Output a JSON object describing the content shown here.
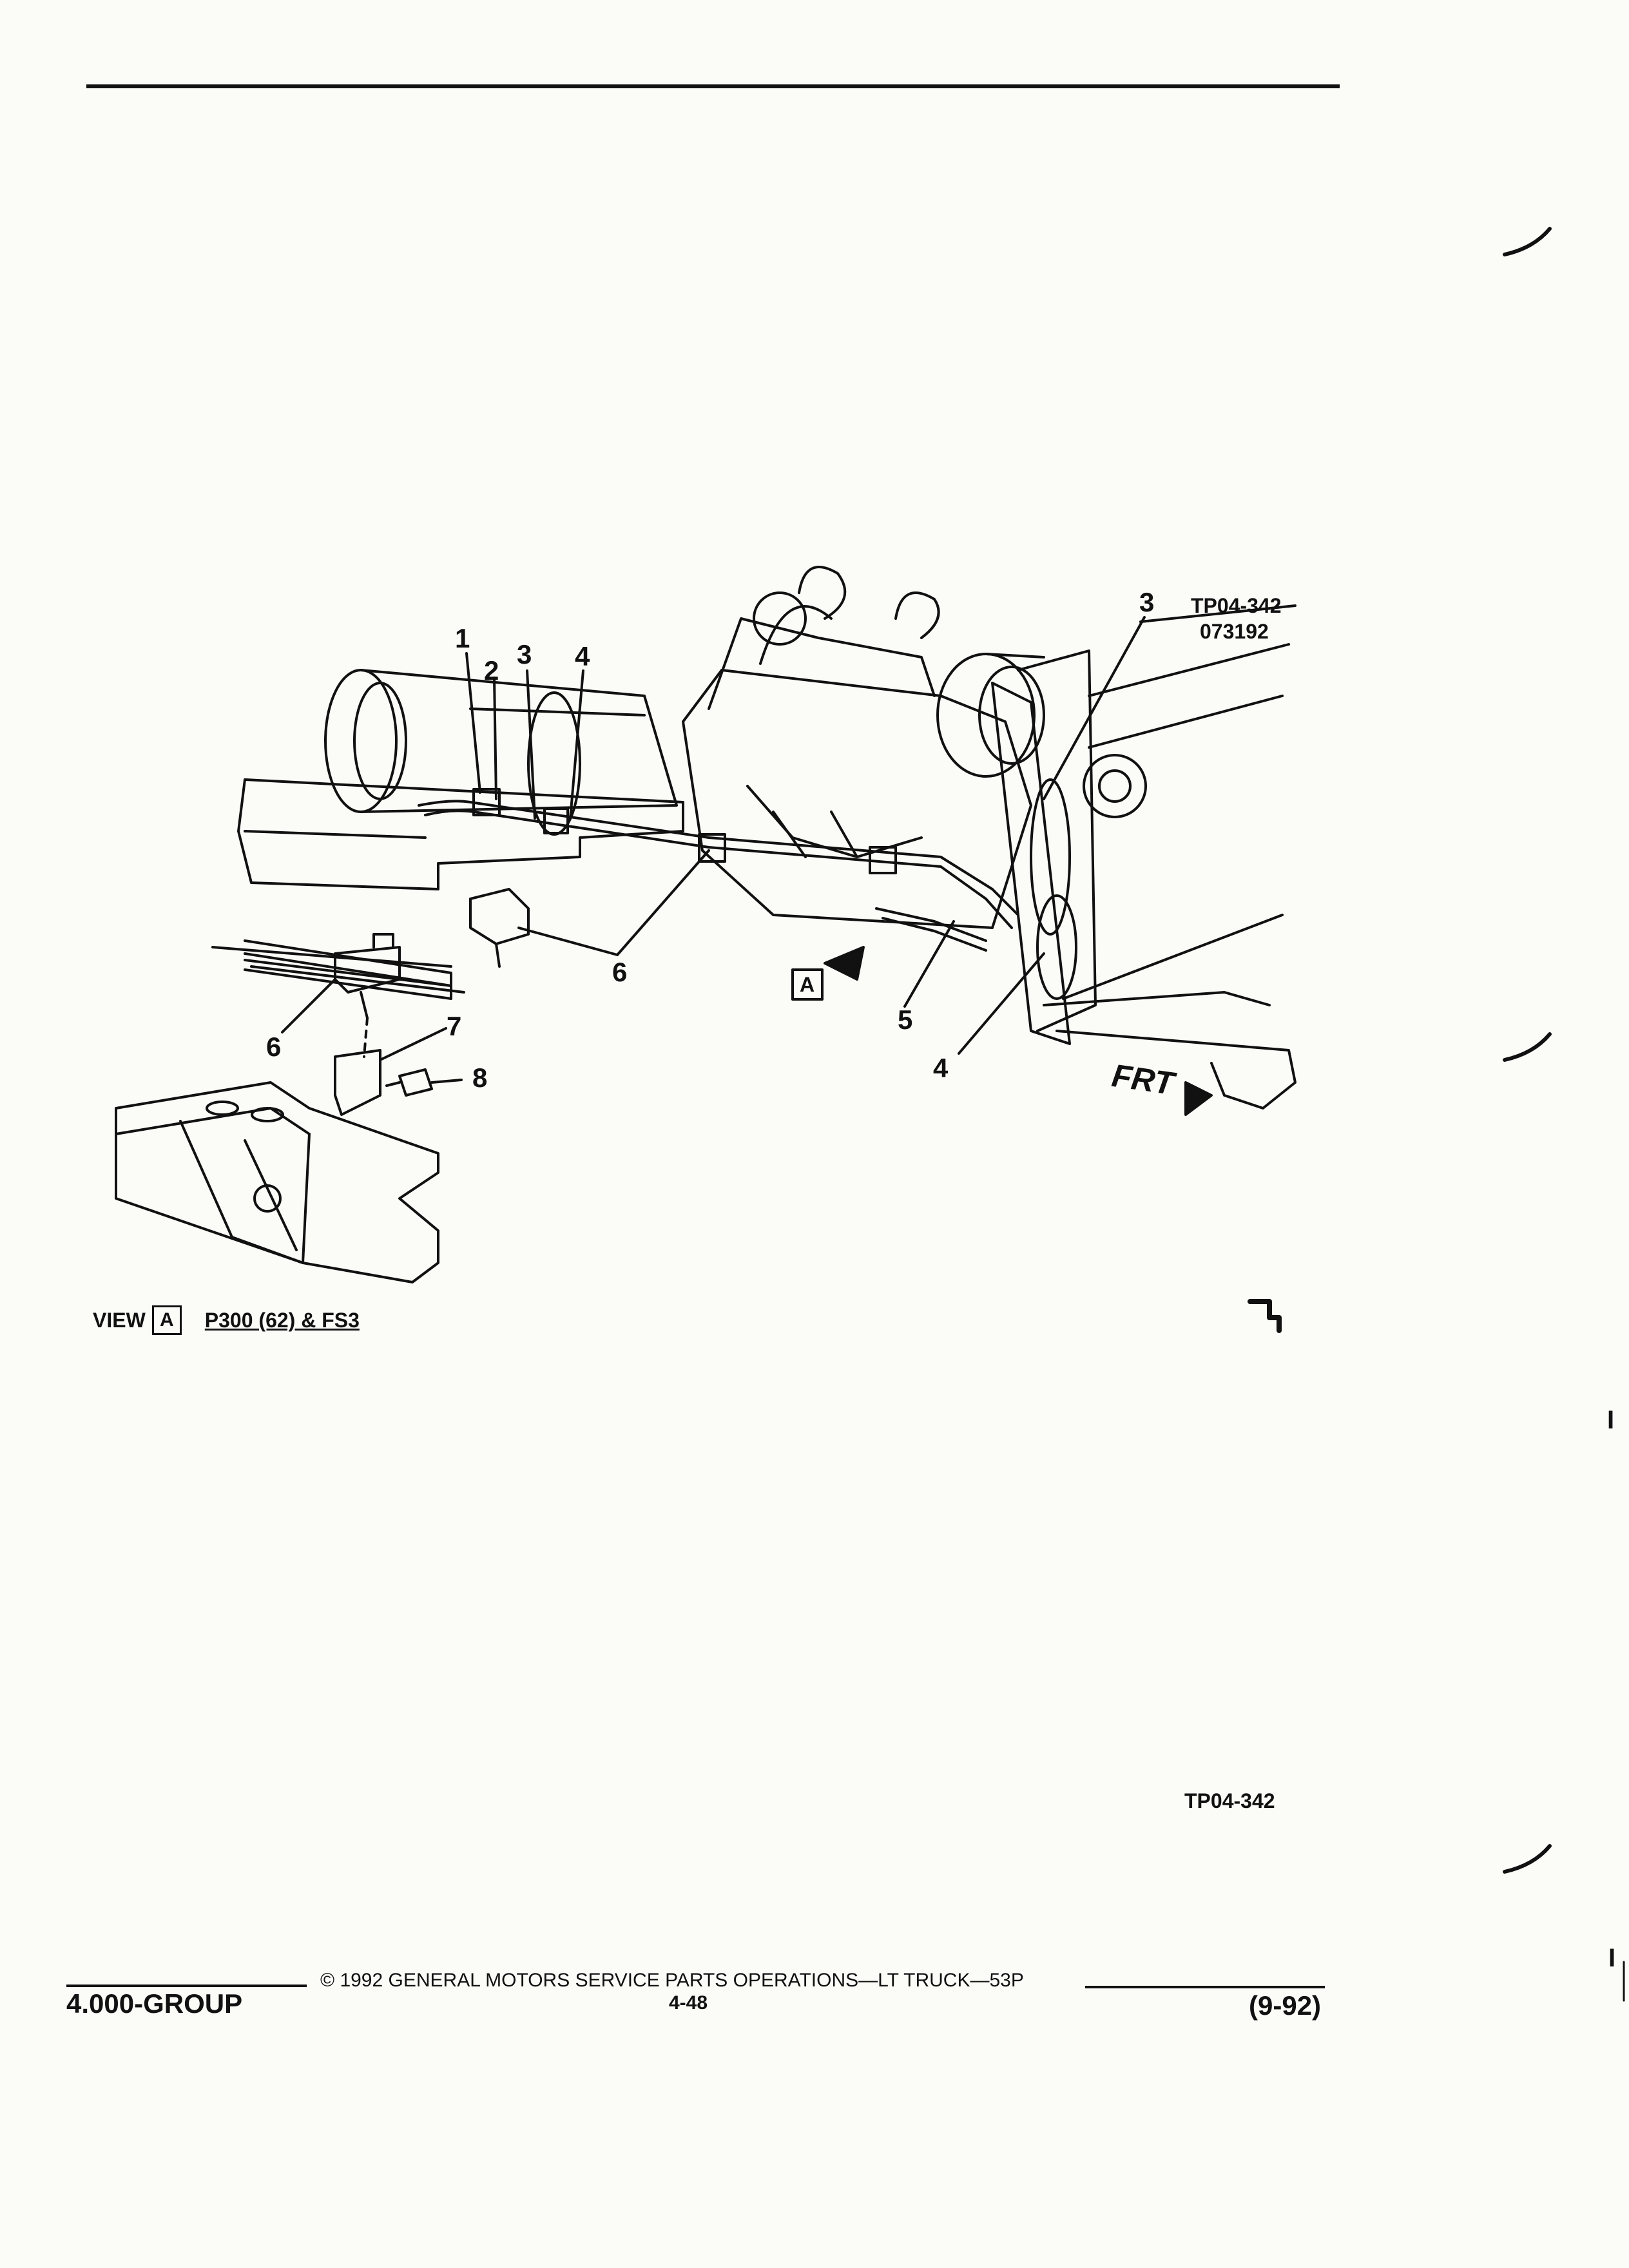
{
  "drawing_ids": {
    "primary": "TP04-342",
    "date_code": "073192",
    "bottom": "TP04-342"
  },
  "callouts": {
    "c1": "1",
    "c2": "2",
    "c3a": "3",
    "c4a": "4",
    "c3b": "3",
    "c6a": "6",
    "c5": "5",
    "c4b": "4",
    "c6b": "6",
    "c7": "7",
    "c8": "8",
    "view_marker": "A"
  },
  "direction_label": "FRT",
  "view": {
    "prefix": "VIEW",
    "letter": "A",
    "caption": "P300 (62) & FS3"
  },
  "footer": {
    "copyright": "© 1992 GENERAL MOTORS SERVICE PARTS OPERATIONS—LT TRUCK—53P",
    "page": "4-48",
    "group": "4.000-GROUP",
    "revision": "(9-92)"
  },
  "margin_marks": {
    "m1": "I",
    "m2": "I"
  }
}
